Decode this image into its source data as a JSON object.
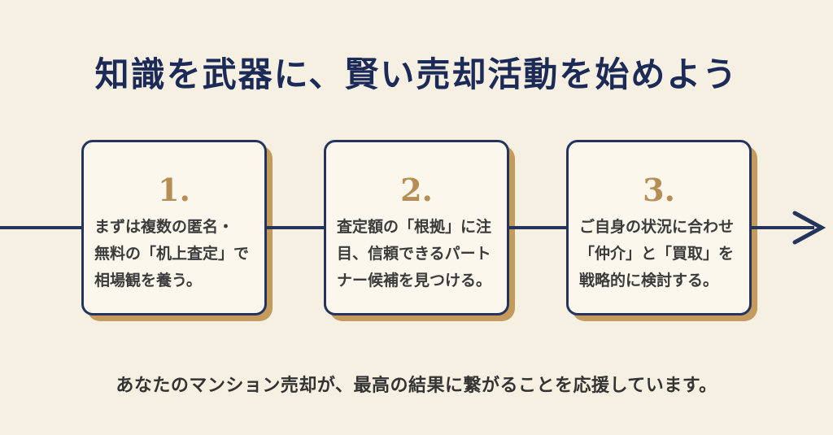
{
  "colors": {
    "background": "#f6f0e2",
    "navy": "#24345c",
    "title_navy": "#1b2a57",
    "gold_number": "#b58d55",
    "gold_shadow": "#c49a5d",
    "card_background": "#fbf7ec",
    "body_text": "#3b3b3b"
  },
  "header": {
    "title": "知識を武器に、賢い売却活動を始めよう"
  },
  "steps": [
    {
      "number": "1.",
      "lines": {
        "0": "まずは複数の匿名・",
        "1": "無料の「机上査定」で",
        "2": "相場観を養う。"
      }
    },
    {
      "number": "2.",
      "lines": {
        "0": "査定額の「根拠」に注",
        "1": "目、信頼できるパート",
        "2": "ナー候補を見つける。"
      }
    },
    {
      "number": "3.",
      "lines": {
        "0": "ご自身の状況に合わせ",
        "1": "「仲介」と「買取」を",
        "2": "戦略的に検討する。"
      }
    }
  ],
  "flow": {
    "arrow_icon": "arrow-right"
  },
  "footer": {
    "message": "あなたのマンション売却が、最高の結果に繋がることを応援しています。"
  }
}
